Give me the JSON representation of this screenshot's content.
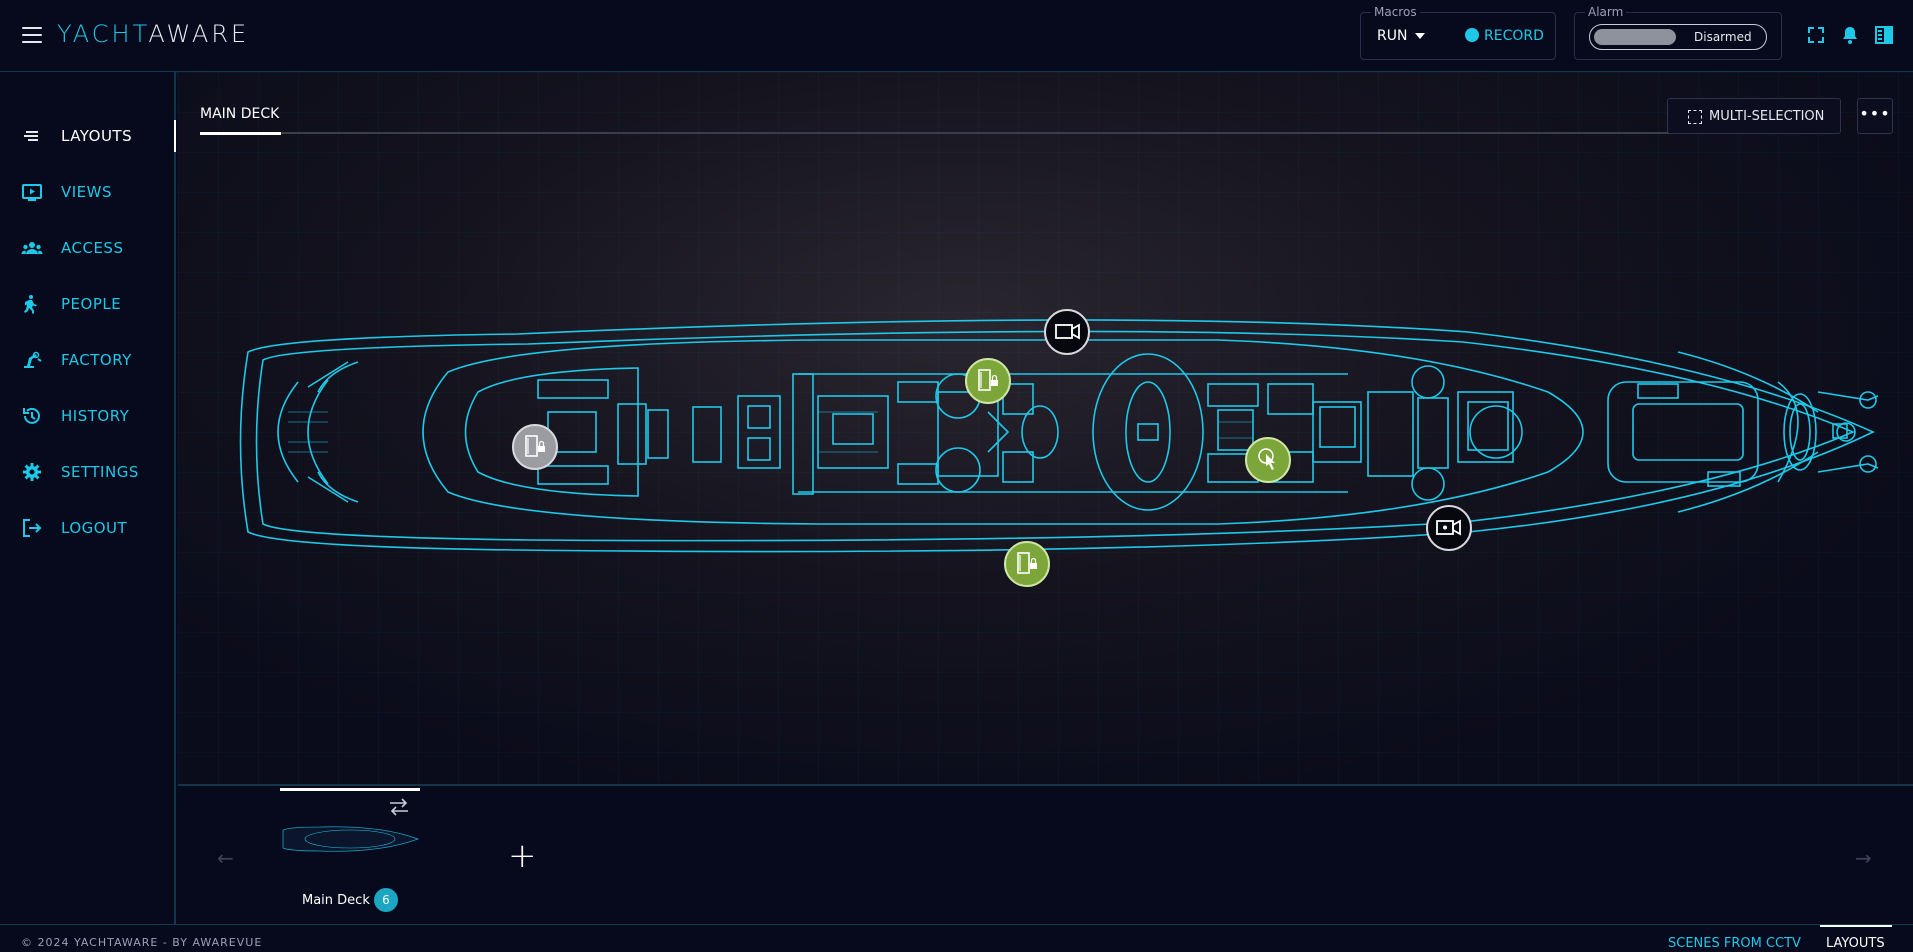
{
  "header": {
    "logo_part1": "YACHT",
    "logo_part2": "AWARE",
    "macros_legend": "Macros",
    "run_label": "RUN",
    "record_label": "RECORD",
    "alarm_legend": "Alarm",
    "alarm_state": "Disarmed"
  },
  "sidebar": {
    "items": [
      {
        "label": "LAYOUTS",
        "icon": "layouts-icon"
      },
      {
        "label": "VIEWS",
        "icon": "views-icon"
      },
      {
        "label": "ACCESS",
        "icon": "access-icon"
      },
      {
        "label": "PEOPLE",
        "icon": "people-icon"
      },
      {
        "label": "FACTORY",
        "icon": "factory-icon"
      },
      {
        "label": "HISTORY",
        "icon": "history-icon"
      },
      {
        "label": "SETTINGS",
        "icon": "settings-icon"
      },
      {
        "label": "LOGOUT",
        "icon": "logout-icon"
      }
    ]
  },
  "main": {
    "tab_label": "MAIN DECK",
    "multi_selection_label": "MULTI-SELECTION",
    "more_label": "•••"
  },
  "strip": {
    "layout_name": "Main Deck",
    "device_count": "6",
    "add_label": "+"
  },
  "footer": {
    "copyright": "© 2024 YACHTAWARE - BY AWAREVUE",
    "scenes_label": "SCENES FROM CCTV",
    "layouts_label": "LAYOUTS"
  },
  "colors": {
    "accent": "#1ec8e8",
    "background": "#070a1c",
    "marker_green": "#7ca63a",
    "marker_grey": "#9b9ca2"
  }
}
